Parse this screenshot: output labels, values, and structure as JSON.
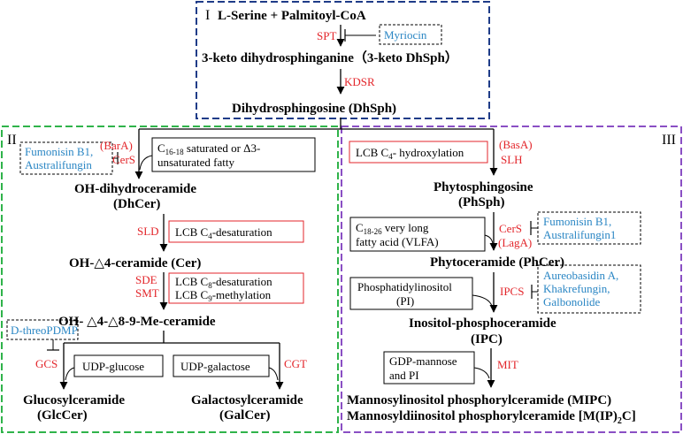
{
  "colors": {
    "region_I": "#1f3c88",
    "region_II": "#2fb34a",
    "region_III": "#8a4fc4",
    "enzyme": "#e3262b",
    "inhibitor": "#2a86c4",
    "box_red": "#e3262b"
  },
  "regions": {
    "I": "I",
    "II": "II",
    "III": "III"
  },
  "top": {
    "substrates": "L-Serine  + Palmitoyl-CoA",
    "spt": "SPT",
    "myriocin": "Myriocin",
    "keto": "3-keto dihydrosphinganine（3-keto DhSph）",
    "kdsr": "KDSR",
    "dhsph": "Dihydrosphingosine (DhSph)"
  },
  "left": {
    "inhibitor1": "Fumonisin B1,",
    "inhibitor2": "Australifungin",
    "bara": "(BarA)",
    "cers": "CerS",
    "fatty_c": "C",
    "fatty_sub": "16-18",
    "fatty_1": " saturated or  Δ3-",
    "fatty_2": "unsaturated fatty",
    "dhcer1": "OH-dihydroceramide",
    "dhcer2": "(DhCer)",
    "sld": "SLD",
    "desat_a": "LCB C",
    "desat_sub": "4",
    "desat_b": "-desaturation",
    "cer": "OH-△4-ceramide (Cer)",
    "sde": "SDE",
    "smt": "SMT",
    "c8_a": "LCB C",
    "c8_sub": "8",
    "c8_b": "-desaturation",
    "c9_a": "LCB C",
    "c9_sub": "9",
    "c9_b": "-methylation",
    "mecer": "OH- △4-△8-9-Me-ceramide",
    "pdmp": "D-threoPDMP",
    "gcs": "GCS",
    "udp_glc": "UDP-glucose",
    "udp_gal": "UDP-galactose",
    "cgt": "CGT",
    "glc1": "Glucosylceramide",
    "glc2": "(GlcCer)",
    "gal1": "Galactosylceramide",
    "gal2": "(GalCer)"
  },
  "right": {
    "hydrox_a": "LCB C",
    "hydrox_sub": "4",
    "hydrox_b": "- hydroxylation",
    "basa": "(BasA)",
    "slh": "SLH",
    "phsph1": "Phytosphingosine",
    "phsph2": "(PhSph)",
    "vlfa_c": "C",
    "vlfa_sub": "18-26",
    "vlfa_1": "  very long",
    "vlfa_2": "fatty acid (VLFA)",
    "cers": "CerS",
    "laga": "(LagA)",
    "inh1": "Fumonisin B1,",
    "inh2": "Australifungin1",
    "phcer": "Phytoceramide (PhCer)",
    "pi1": "Phosphatidylinositol",
    "pi2": "(PI)",
    "ipcs": "IPCS",
    "aur1": "Aureobasidin A,",
    "aur2": "Khakrefungin,",
    "aur3": "Galbonolide",
    "ipc1": "Inositol-phosphoceramide",
    "ipc2": "(IPC)",
    "gdp1": "GDP-mannose",
    "gdp2": "and PI",
    "mit": "MIT",
    "mipc": "Mannosylinositol phosphorylceramide (MIPC)",
    "mip2c_a": "Mannosyldiinositol phosphorylceramide [M(IP)",
    "mip2c_sub": "2",
    "mip2c_b": "C]"
  }
}
